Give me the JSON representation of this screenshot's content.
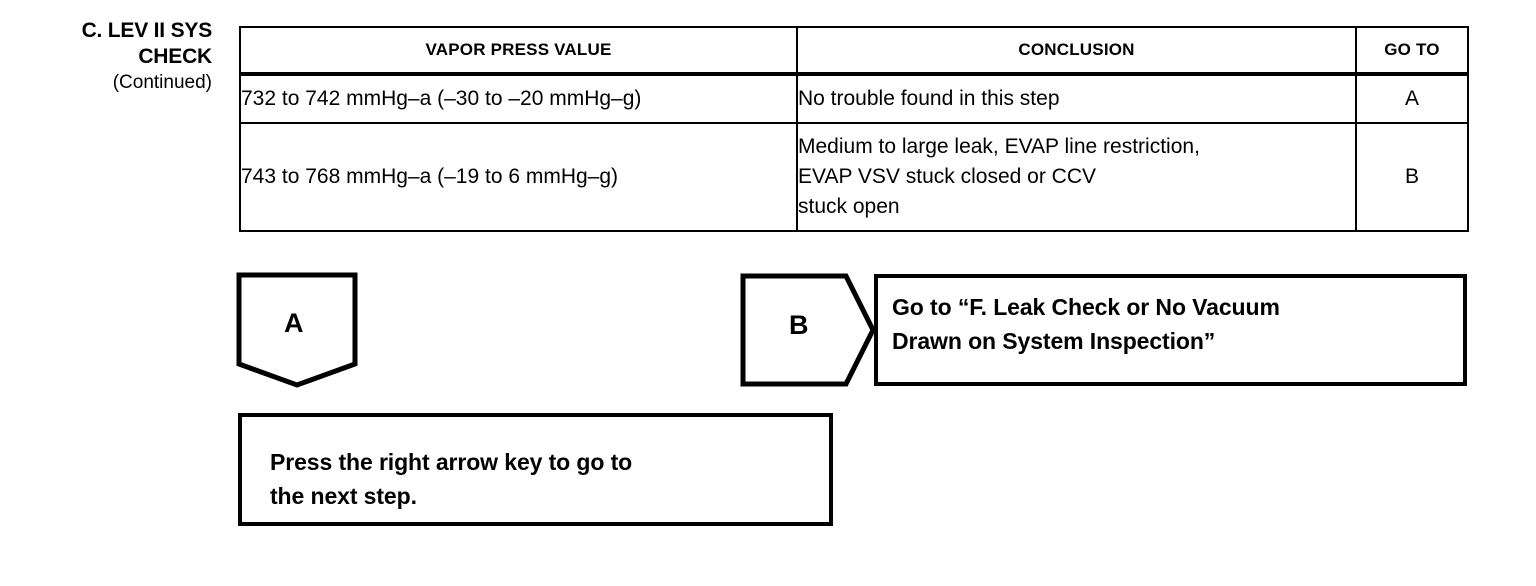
{
  "step": {
    "title_line1": "C. LEV II SYS",
    "title_line2": "CHECK",
    "title_line3": "(Continued)"
  },
  "table": {
    "headers": {
      "vapor": "VAPOR PRESS VALUE",
      "conclusion": "CONCLUSION",
      "goto": "GO TO"
    },
    "rows": [
      {
        "vapor": "732 to 742 mmHg–a (–30 to –20 mmHg–g)",
        "conclusion_line1": "No trouble found in this step",
        "conclusion_line2": "",
        "conclusion_line3": "",
        "goto": "A"
      },
      {
        "vapor": "743 to 768 mmHg–a (–19 to 6 mmHg–g)",
        "conclusion_line1": "Medium to large leak, EVAP line restriction,",
        "conclusion_line2": "EVAP VSV stuck closed or CCV",
        "conclusion_line3": "stuck open",
        "goto": "B"
      }
    ]
  },
  "flow": {
    "connector_a": "A",
    "connector_b": "B",
    "goto_box_line1": "Go to “F. Leak Check or No Vacuum",
    "goto_box_line2": "Drawn on System Inspection”",
    "press_box_line1": "Press the right arrow key to go to",
    "press_box_line2": "the next step."
  },
  "colors": {
    "ink": "#000000",
    "paper": "#ffffff"
  }
}
